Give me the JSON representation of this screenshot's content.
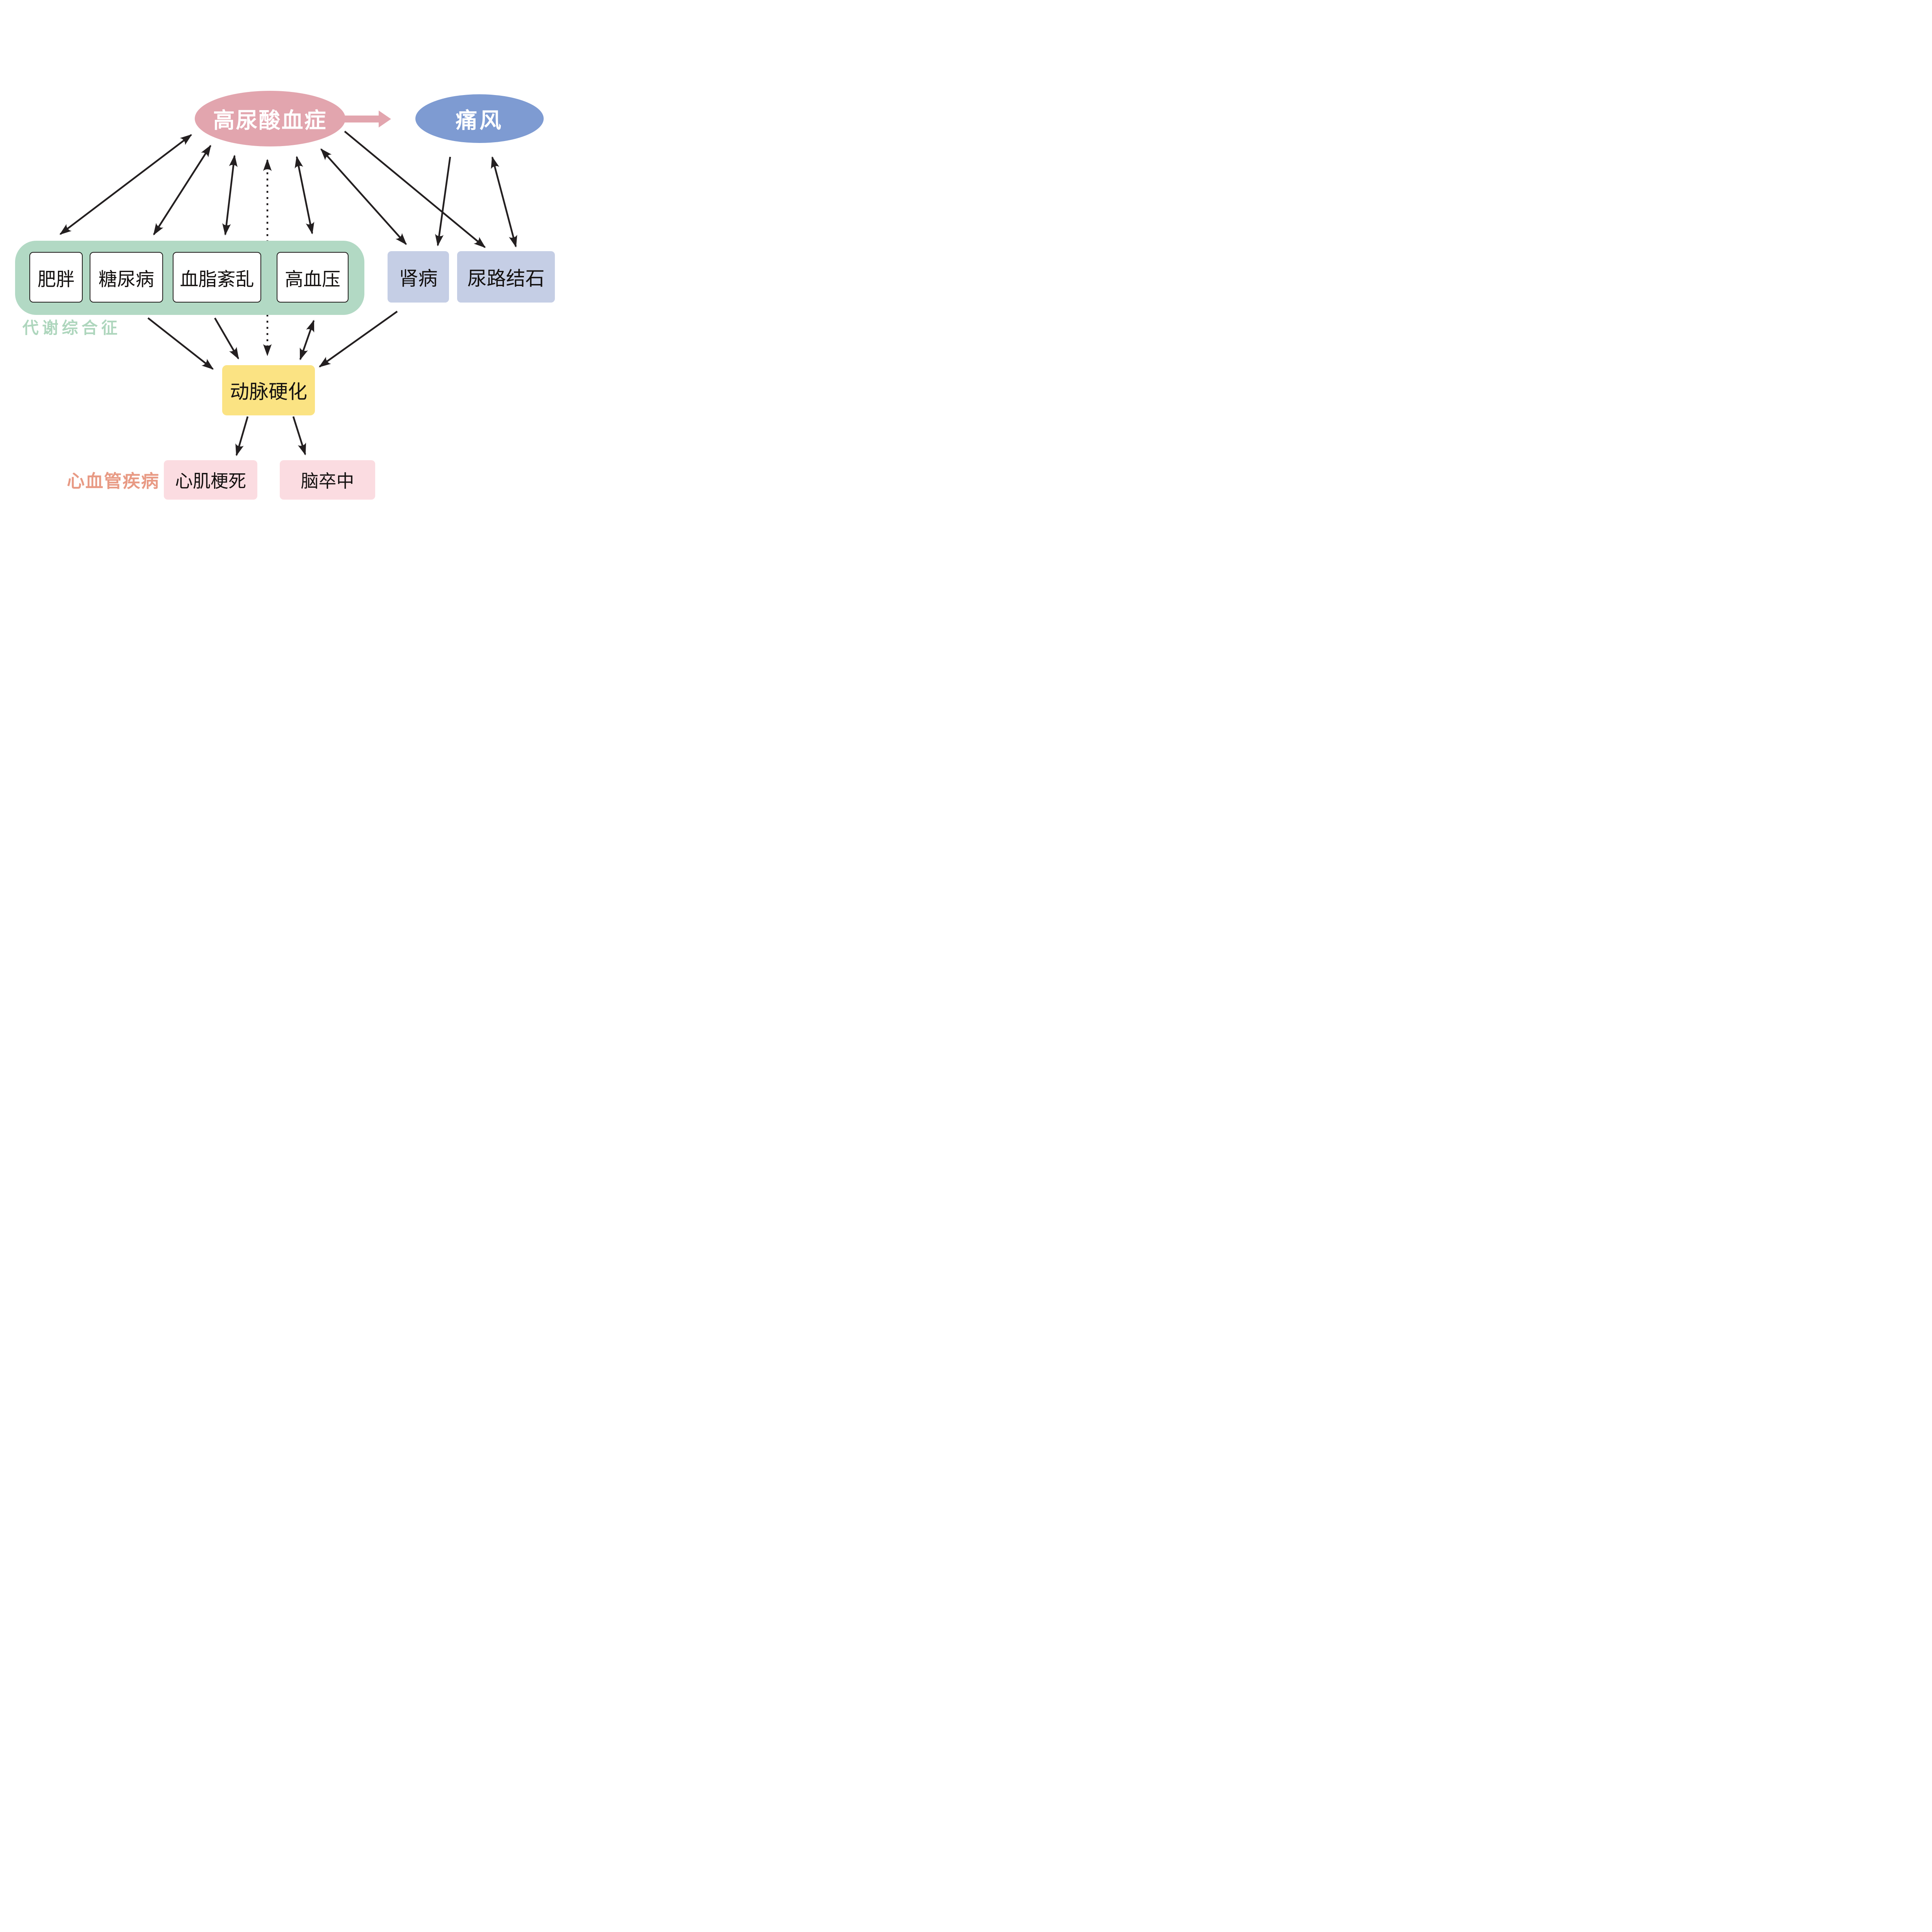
{
  "nodes": {
    "hyperuricemia": "高尿酸血症",
    "gout": "痛风",
    "obesity": "肥胖",
    "diabetes": "糖尿病",
    "dyslipidemia": "血脂紊乱",
    "hypertension": "高血压",
    "kidney_disease": "肾病",
    "urinary_stones": "尿路结石",
    "arteriosclerosis": "动脉硬化",
    "myocardial_infarction": "心肌梗死",
    "stroke": "脑卒中"
  },
  "group_labels": {
    "metabolic_syndrome": "代谢综合征",
    "cardiovascular_disease": "心血管疾病"
  },
  "edges": [
    {
      "from": "hyperuricemia",
      "to": "gout",
      "style": "thick-pink",
      "direction": "forward"
    },
    {
      "from": "hyperuricemia",
      "to": "obesity",
      "style": "solid",
      "direction": "both"
    },
    {
      "from": "hyperuricemia",
      "to": "diabetes",
      "style": "solid",
      "direction": "both"
    },
    {
      "from": "hyperuricemia",
      "to": "dyslipidemia",
      "style": "solid",
      "direction": "both"
    },
    {
      "from": "hyperuricemia",
      "to": "arteriosclerosis",
      "style": "dotted",
      "direction": "both"
    },
    {
      "from": "hyperuricemia",
      "to": "hypertension",
      "style": "solid",
      "direction": "both"
    },
    {
      "from": "hyperuricemia",
      "to": "kidney_disease",
      "style": "solid",
      "direction": "both"
    },
    {
      "from": "hyperuricemia",
      "to": "urinary_stones",
      "style": "solid",
      "direction": "forward"
    },
    {
      "from": "gout",
      "to": "kidney_disease",
      "style": "solid",
      "direction": "forward"
    },
    {
      "from": "gout",
      "to": "urinary_stones",
      "style": "solid",
      "direction": "both"
    },
    {
      "from": "diabetes",
      "to": "arteriosclerosis",
      "style": "solid",
      "direction": "forward"
    },
    {
      "from": "dyslipidemia",
      "to": "arteriosclerosis",
      "style": "solid",
      "direction": "forward"
    },
    {
      "from": "hypertension",
      "to": "arteriosclerosis",
      "style": "solid",
      "direction": "both"
    },
    {
      "from": "kidney_disease",
      "to": "arteriosclerosis",
      "style": "solid",
      "direction": "forward"
    },
    {
      "from": "arteriosclerosis",
      "to": "myocardial_infarction",
      "style": "solid",
      "direction": "forward"
    },
    {
      "from": "arteriosclerosis",
      "to": "stroke",
      "style": "solid",
      "direction": "forward"
    }
  ],
  "colors": {
    "hyperuricemia_fill": "#e2a5ae",
    "gout_fill": "#7e9bd2",
    "pink_link_arrow": "#e2a5ae",
    "metabolic_container_fill": "#b2d9c4",
    "metabolic_label": "#aed6bd",
    "renal_box_fill": "#c5cee5",
    "arteriosclerosis_fill": "#fbe383",
    "cardio_box_fill": "#fbdce1",
    "cardio_label": "#e89a84",
    "edge_color": "#231f20",
    "node_text_dark": "#141110",
    "node_text_light": "#ffffff"
  }
}
